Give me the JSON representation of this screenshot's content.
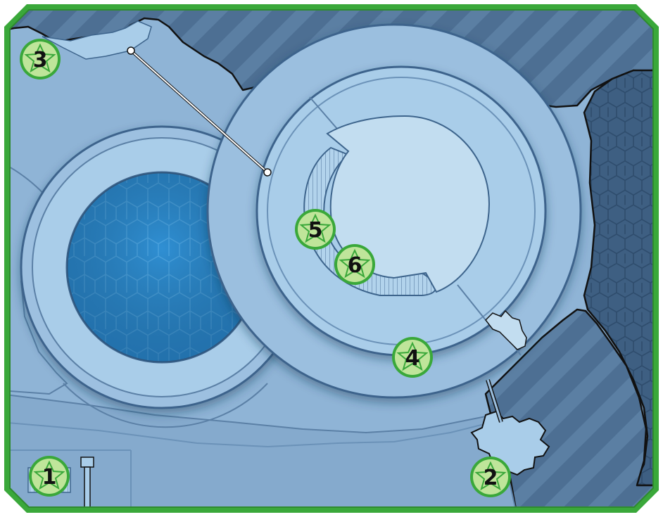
{
  "map": {
    "colors": {
      "frame": "#3aa83a",
      "ground": "#8fb4d6",
      "ground_dark": "#7ea3c6",
      "outer_void": "#4d6f93",
      "void_stripe": "#5b7fa3",
      "ring_fill": "#a9cde9",
      "ring_outer": "#9bbfdf",
      "center_floor": "#c2ddf0",
      "pool_water": "#2f8fd3",
      "pool_hex": "#4aa3e0",
      "wall_hex": "#3e5f82",
      "stroke": "#3d648c",
      "marker_fill": "#bfe59a",
      "marker_ring": "#3aa83a",
      "marker_text": "#111111"
    },
    "markers": [
      {
        "label": "1"
      },
      {
        "label": "2"
      },
      {
        "label": "3"
      },
      {
        "label": "4"
      },
      {
        "label": "5"
      },
      {
        "label": "6"
      }
    ]
  }
}
